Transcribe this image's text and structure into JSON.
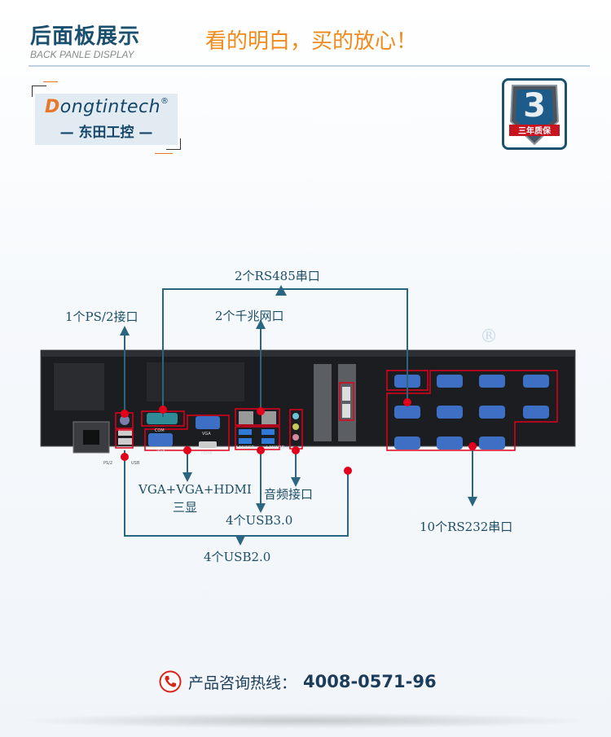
{
  "header": {
    "title": "后面板展示",
    "subtitle": "BACK PANLE DISPLAY",
    "slogan": "看的明白，买的放心！"
  },
  "logo": {
    "brand_first": "D",
    "brand_rest": "ongtintech",
    "cn": "— 东田工控 —",
    "registered": "®"
  },
  "badge": {
    "number": "3",
    "text": "三年质保",
    "icon": "warranty-shield-icon"
  },
  "panel_labels": {
    "chassis_ports": [
      "PS/2",
      "USB",
      "COM",
      "VGA",
      "VGA",
      "HDMI",
      "LAN/USB",
      "LAN/USB"
    ],
    "rs485": "2个RS485串口",
    "ps2": "1个PS/2接口",
    "lan": "2个千兆网口",
    "video_line1": "VGA+VGA+HDMI",
    "video_line2": "三显",
    "audio": "音频接口",
    "usb3": "4个USB3.0",
    "usb2": "4个USB2.0",
    "rs232": "10个RS232串口"
  },
  "colors": {
    "title": "#1a4f6e",
    "accent": "#f08a1c",
    "line": "#2a6680",
    "marker": "#e3001b"
  },
  "hotline": {
    "icon": "phone-icon",
    "label": "产品咨询热线：",
    "number": "4008-0571-96"
  }
}
